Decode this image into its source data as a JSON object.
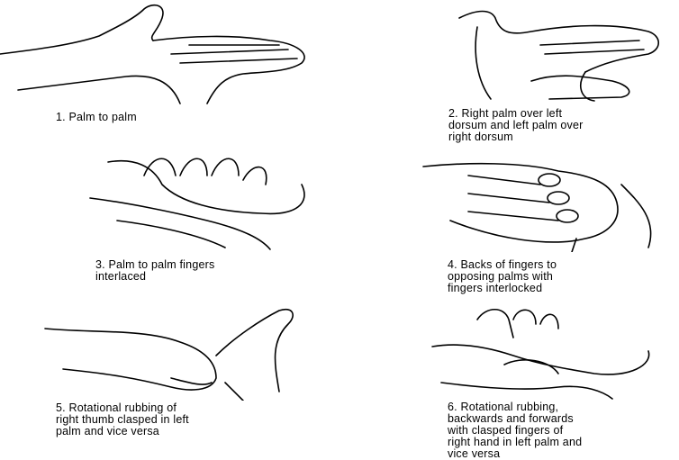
{
  "steps": [
    {
      "caption": "1. Palm to palm",
      "icon": "palm-to-palm"
    },
    {
      "caption": "2. Right palm over left\ndorsum and left palm over\nright dorsum",
      "icon": "palm-over-dorsum"
    },
    {
      "caption": "3. Palm to palm fingers\ninterlaced",
      "icon": "fingers-interlaced"
    },
    {
      "caption": "4. Backs of fingers to\nopposing palms with\nfingers interlocked",
      "icon": "fingers-interlocked"
    },
    {
      "caption": "5. Rotational rubbing of\nright thumb clasped in left\npalm and vice versa",
      "icon": "thumb-rubbing"
    },
    {
      "caption": "6. Rotational rubbing,\nbackwards and forwards\nwith clasped fingers of\nright hand in left palm and\nvice versa",
      "icon": "fingertip-rubbing"
    }
  ]
}
